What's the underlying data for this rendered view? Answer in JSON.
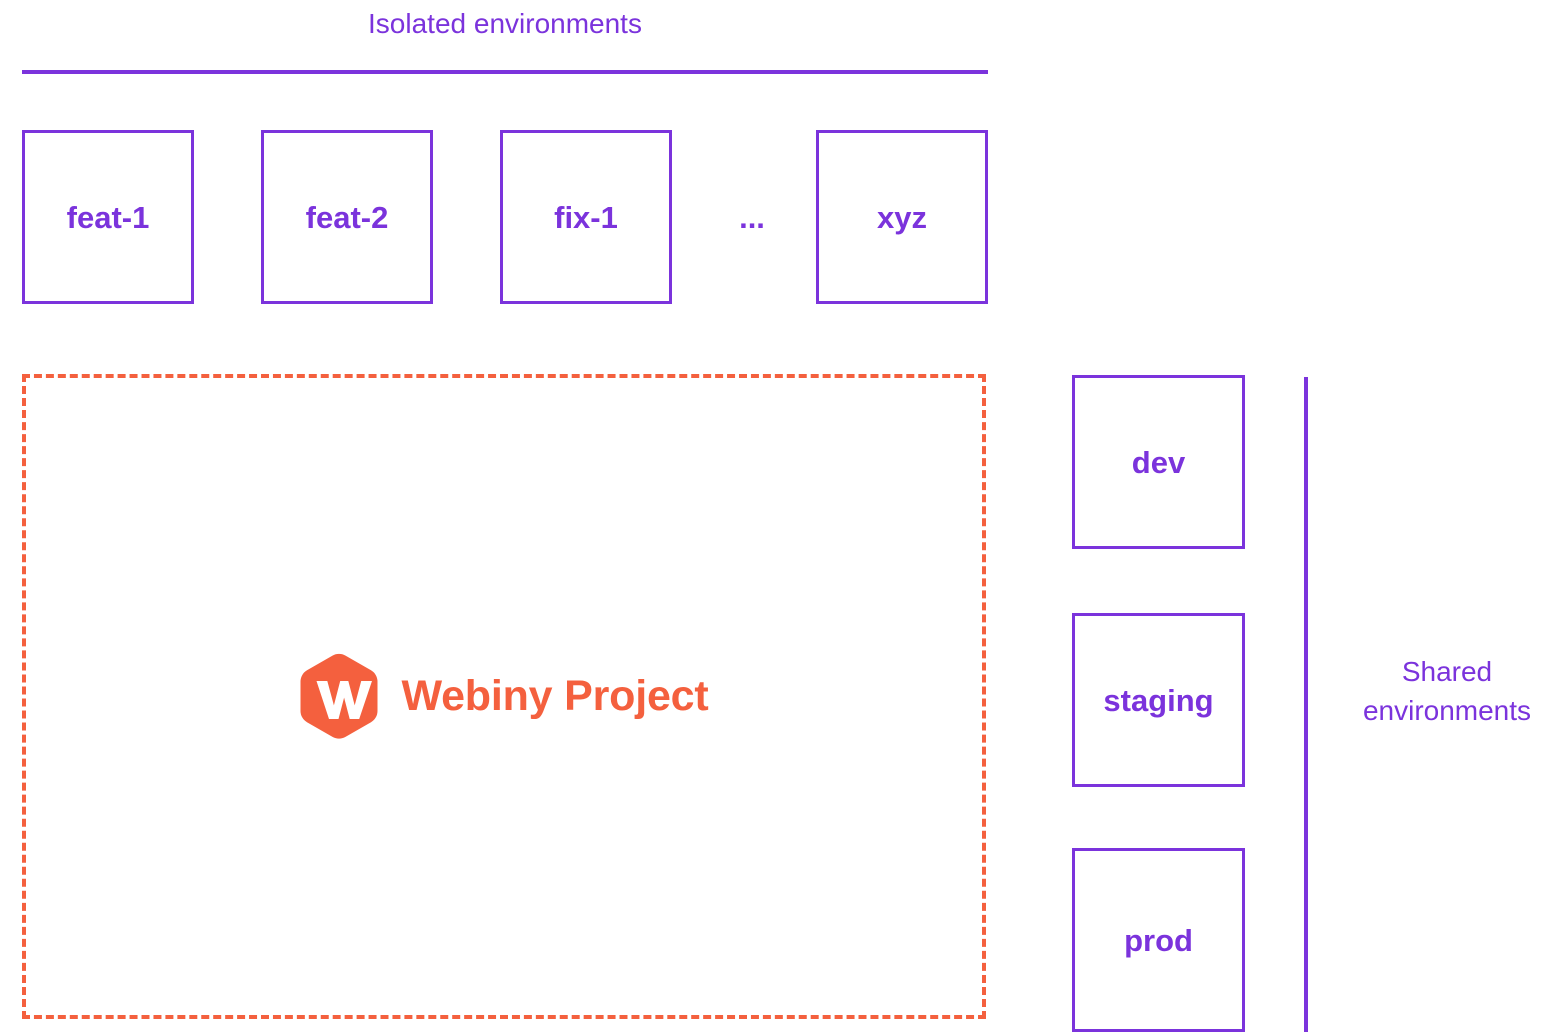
{
  "diagram": {
    "background": "#FFFFFF",
    "accent_purple": "#7B33DC",
    "accent_orange": "#F4603E"
  },
  "isolated": {
    "title": "Isolated environments",
    "boxes": [
      {
        "label": "feat-1"
      },
      {
        "label": "feat-2"
      },
      {
        "label": "fix-1"
      },
      {
        "label": "xyz"
      }
    ],
    "ellipsis": "..."
  },
  "project": {
    "name": "Webiny Project",
    "logo_letter": "W",
    "border_style": "dashed",
    "border_color": "#F4603E"
  },
  "shared": {
    "caption_line_1": "Shared",
    "caption_line_2": "environments",
    "boxes": [
      {
        "label": "dev"
      },
      {
        "label": "staging"
      },
      {
        "label": "prod"
      }
    ]
  }
}
